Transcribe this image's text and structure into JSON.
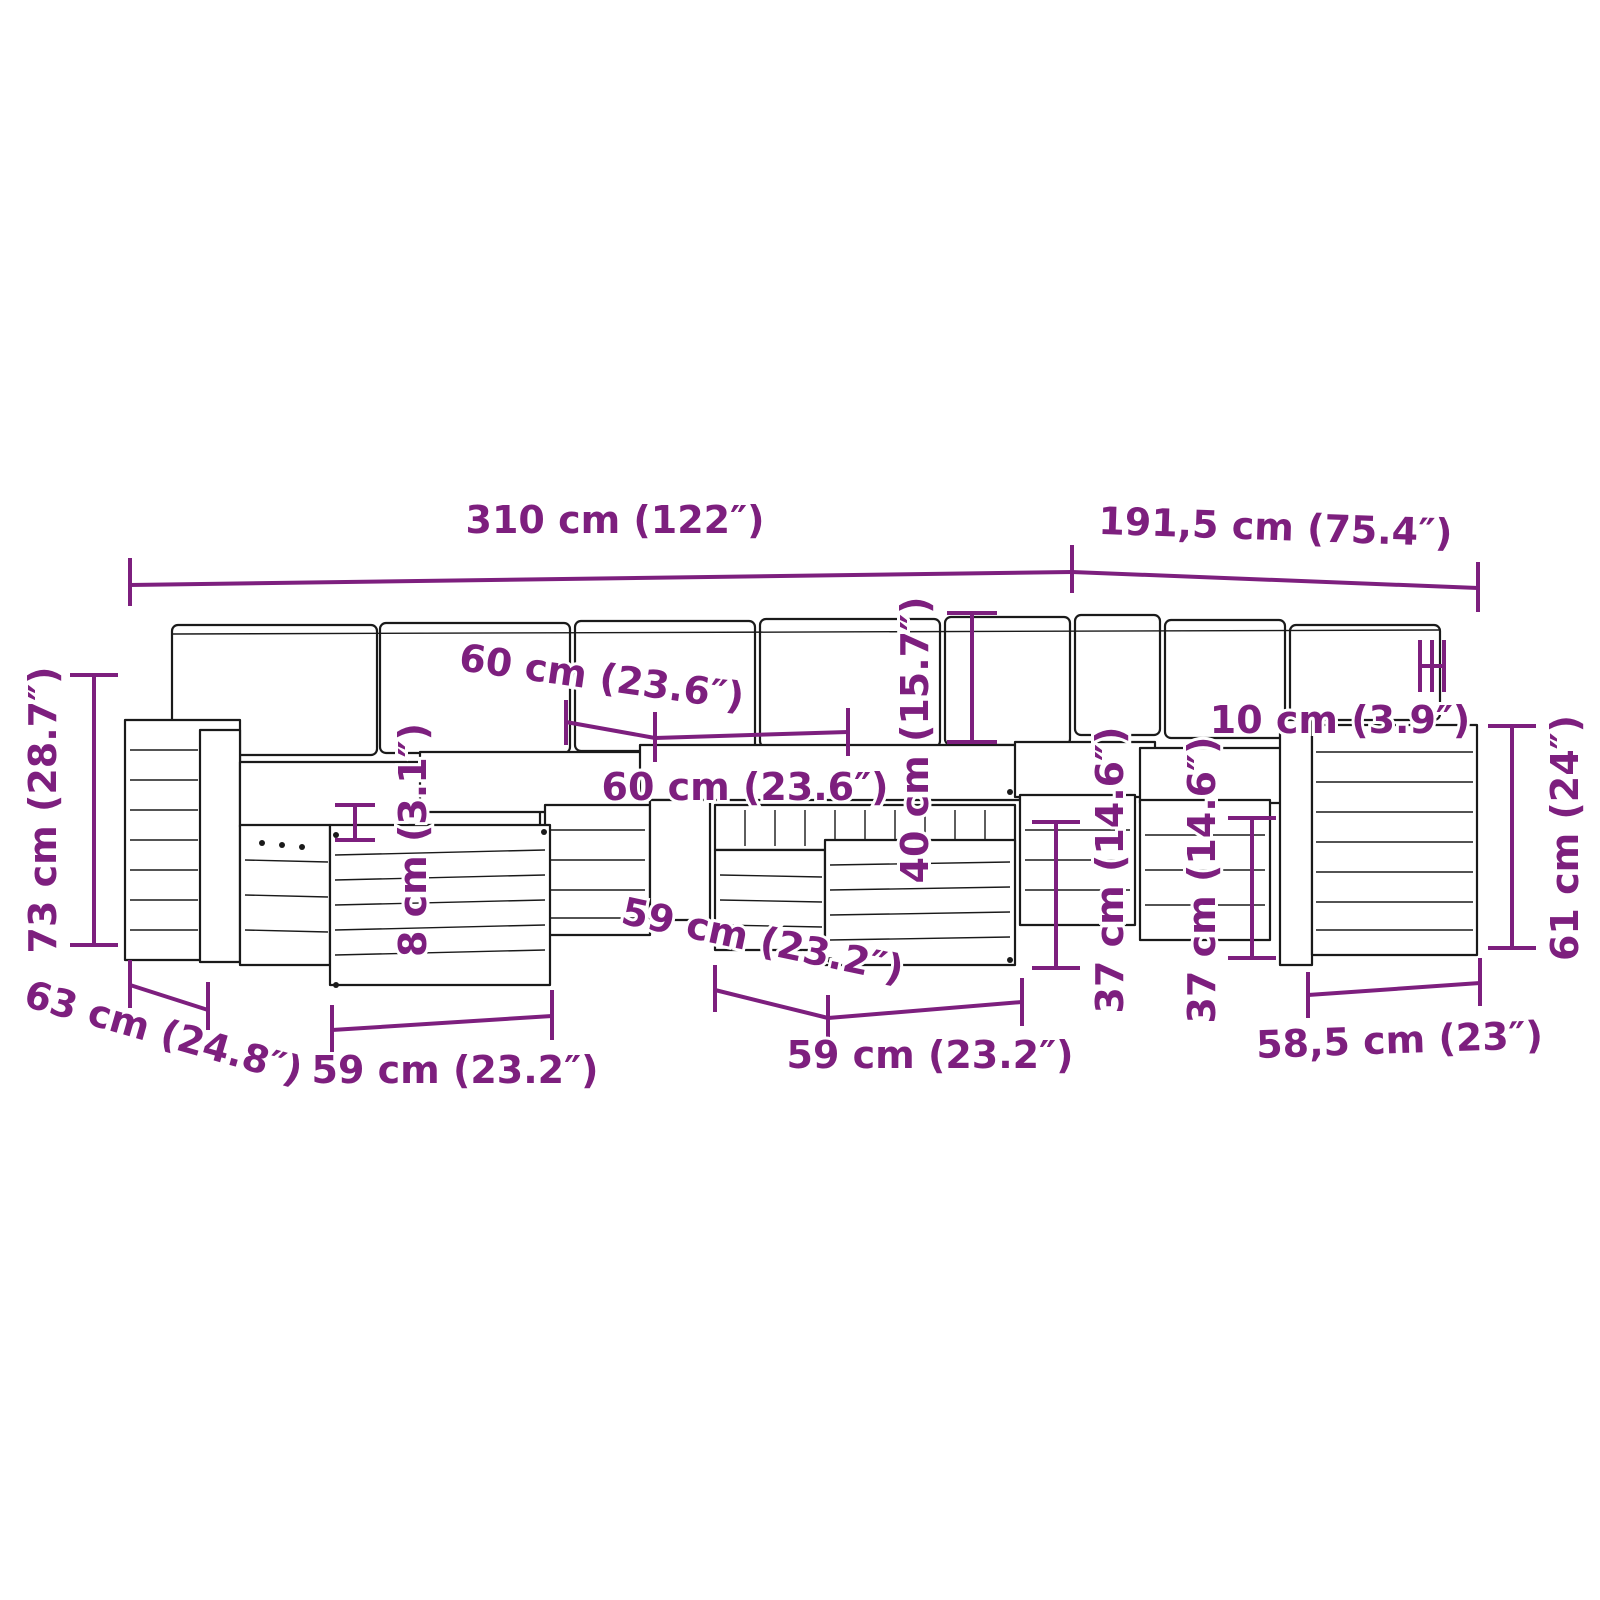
{
  "colors": {
    "dimension": "#7d1f7e",
    "outline": "#1a1a1a",
    "background": "#ffffff"
  },
  "labels": {
    "overall_width": "310 cm (122″)",
    "corner_width": "191,5 cm (75.4″)",
    "seat_width_top": "60 cm (23.6″)",
    "seat_width_mid": "60 cm (23.6″)",
    "backrest_height": "40 cm (15.7″)",
    "armrest_height": "10 cm (3.9″)",
    "overall_height": "73 cm (28.7″)",
    "cushion_thickness": "8 cm (3.1″)",
    "seat_height_a": "37 cm (14.6″)",
    "seat_height_b": "37 cm (14.6″)",
    "side_height": "61 cm (24″)",
    "depth_left": "63 cm (24.8″)",
    "ottoman_width": "59 cm (23.2″)",
    "table_depth": "59 cm (23.2″)",
    "table_width": "59 cm (23.2″)",
    "side_depth": "58,5 cm (23″)"
  }
}
